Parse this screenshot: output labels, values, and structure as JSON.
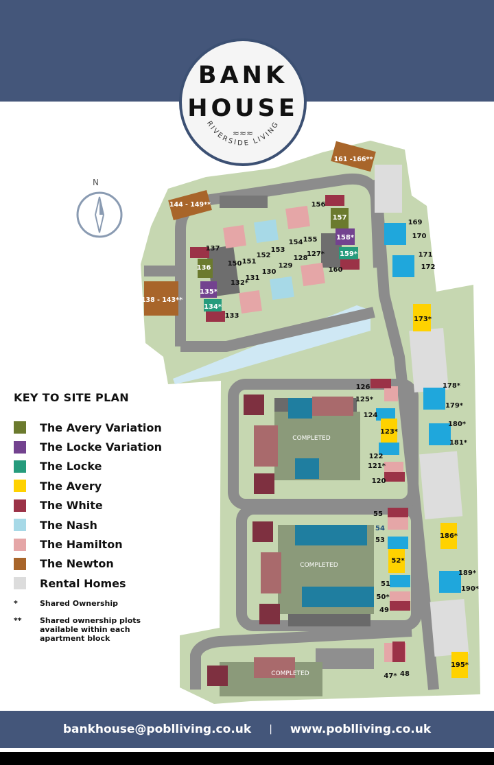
{
  "logo": {
    "line1": "BANK",
    "line2": "HOUSE",
    "tagline": "RIVERSIDE LIVING",
    "waves": "≈≈≈"
  },
  "compass": {
    "north_label": "N"
  },
  "key": {
    "title": "KEY TO SITE PLAN",
    "items": [
      {
        "label": "The Avery Variation",
        "color": "#6b7a2e"
      },
      {
        "label": "The Locke Variation",
        "color": "#73428f"
      },
      {
        "label": "The Locke",
        "color": "#259b7c"
      },
      {
        "label": "The Avery",
        "color": "#ffd200"
      },
      {
        "label": "The White",
        "color": "#9b3247"
      },
      {
        "label": "The Nash",
        "color": "#a7d9e7"
      },
      {
        "label": "The Hamilton",
        "color": "#e5a6a7"
      },
      {
        "label": "The Newton",
        "color": "#a8652a"
      },
      {
        "label": "Rental Homes",
        "color": "#dcdcdc"
      }
    ],
    "footnotes": [
      {
        "symbol": "*",
        "text": "Shared Ownership"
      },
      {
        "symbol": "**",
        "text": "Shared ownership plots available within each apartment block"
      }
    ]
  },
  "plots": [
    {
      "label": "161 -166**",
      "type": "newton"
    },
    {
      "label": "144 - 149**",
      "type": "newton"
    },
    {
      "label": "138 - 143**",
      "type": "newton"
    },
    {
      "label": "156",
      "type": "plain"
    },
    {
      "label": "157",
      "type": "avery_variation"
    },
    {
      "label": "158*",
      "type": "locke_variation"
    },
    {
      "label": "159*",
      "type": "locke"
    },
    {
      "label": "160",
      "type": "plain"
    },
    {
      "label": "137",
      "type": "plain"
    },
    {
      "label": "136",
      "type": "avery_variation"
    },
    {
      "label": "135*",
      "type": "locke_variation"
    },
    {
      "label": "134*",
      "type": "locke"
    },
    {
      "label": "133",
      "type": "plain"
    },
    {
      "label": "150",
      "type": "plain"
    },
    {
      "label": "151",
      "type": "plain"
    },
    {
      "label": "152",
      "type": "plain"
    },
    {
      "label": "153",
      "type": "plain"
    },
    {
      "label": "154",
      "type": "plain"
    },
    {
      "label": "155",
      "type": "plain"
    },
    {
      "label": "127*",
      "type": "plain"
    },
    {
      "label": "128",
      "type": "plain"
    },
    {
      "label": "129",
      "type": "plain"
    },
    {
      "label": "130",
      "type": "plain"
    },
    {
      "label": "131",
      "type": "plain"
    },
    {
      "label": "132*",
      "type": "plain"
    },
    {
      "label": "169",
      "type": "plain"
    },
    {
      "label": "170",
      "type": "plain"
    },
    {
      "label": "171",
      "type": "plain"
    },
    {
      "label": "172",
      "type": "plain"
    },
    {
      "label": "173*",
      "type": "avery"
    },
    {
      "label": "178*",
      "type": "plain"
    },
    {
      "label": "179*",
      "type": "plain"
    },
    {
      "label": "180*",
      "type": "plain"
    },
    {
      "label": "181*",
      "type": "plain"
    },
    {
      "label": "126",
      "type": "plain"
    },
    {
      "label": "125*",
      "type": "plain"
    },
    {
      "label": "124",
      "type": "plain"
    },
    {
      "label": "123*",
      "type": "avery"
    },
    {
      "label": "122",
      "type": "plain"
    },
    {
      "label": "121*",
      "type": "plain"
    },
    {
      "label": "120",
      "type": "plain"
    },
    {
      "label": "55",
      "type": "plain"
    },
    {
      "label": "54",
      "type": "blue_text"
    },
    {
      "label": "53",
      "type": "plain"
    },
    {
      "label": "52*",
      "type": "avery"
    },
    {
      "label": "51",
      "type": "plain"
    },
    {
      "label": "50*",
      "type": "plain"
    },
    {
      "label": "49",
      "type": "plain"
    },
    {
      "label": "186*",
      "type": "avery"
    },
    {
      "label": "189*",
      "type": "plain"
    },
    {
      "label": "190*",
      "type": "plain"
    },
    {
      "label": "195*",
      "type": "avery"
    },
    {
      "label": "47*",
      "type": "plain"
    },
    {
      "label": "48",
      "type": "plain"
    }
  ],
  "completed_labels": [
    "COMPLETED",
    "COMPLETED",
    "COMPLETED"
  ],
  "footer": {
    "email": "bankhouse@poblliving.co.uk",
    "separator": "|",
    "website": "www.poblliving.co.uk"
  }
}
